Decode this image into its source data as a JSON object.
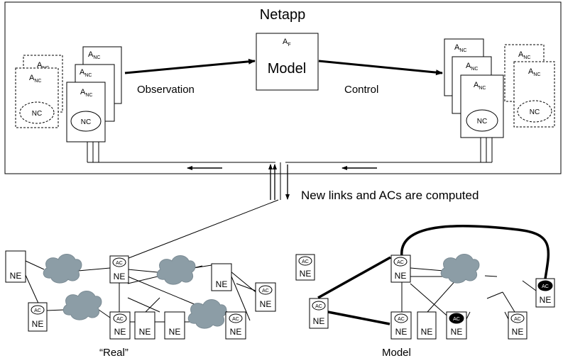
{
  "title": "Netapp",
  "model_agent": {
    "label": "A",
    "sub": "F",
    "title": "Model"
  },
  "agent_label": {
    "main": "A",
    "sub": "NC"
  },
  "nc_label": "NC",
  "observation_label": "Observation",
  "control_label": "Control",
  "computed_label": "New links and ACs are computed",
  "ne_label": "NE",
  "ac_label": "AC",
  "real_label": "“Real”",
  "model_label": "Model",
  "colors": {
    "cloud": "#8c9da6",
    "stroke": "#000000",
    "background": "#ffffff",
    "ac_highlight": "#000000"
  }
}
